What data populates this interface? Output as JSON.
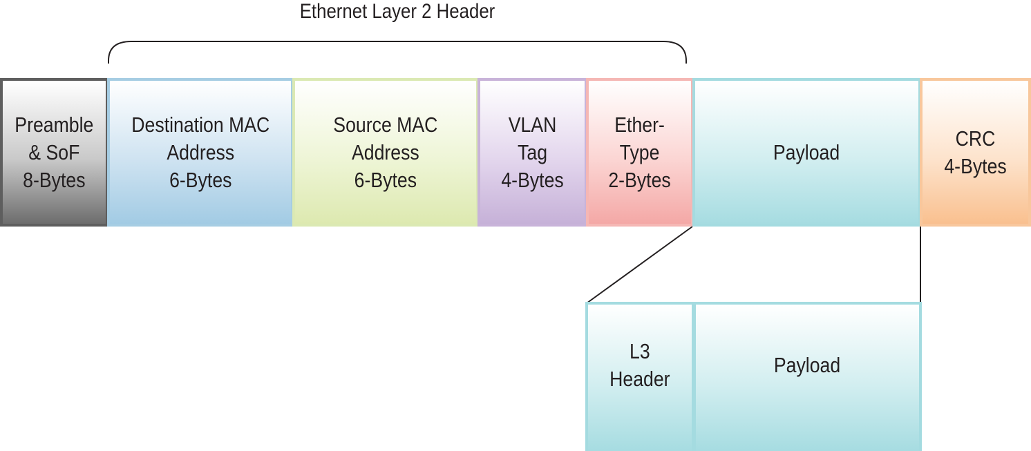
{
  "header_label": "Ethernet Layer 2 Header",
  "frame_fields": {
    "preamble": "Preamble\n& SoF\n8-Bytes",
    "destination_mac": "Destination MAC\nAddress\n6-Bytes",
    "source_mac": "Source MAC\nAddress\n6-Bytes",
    "vlan_tag": "VLAN\nTag\n4-Bytes",
    "ether_type": "Ether-\nType\n2-Bytes",
    "payload": "Payload",
    "crc": "CRC\n4-Bytes"
  },
  "payload_breakdown": {
    "l3_header": "L3\nHeader",
    "payload": "Payload"
  },
  "colors": {
    "preamble": "#6d6d6d",
    "destination_mac": "#a2cbe4",
    "source_mac": "#dde9b0",
    "vlan_tag": "#c6b1d8",
    "ether_type": "#f4a8a6",
    "payload": "#a6dce1",
    "crc": "#f9c08f",
    "lines": "#231f20"
  }
}
